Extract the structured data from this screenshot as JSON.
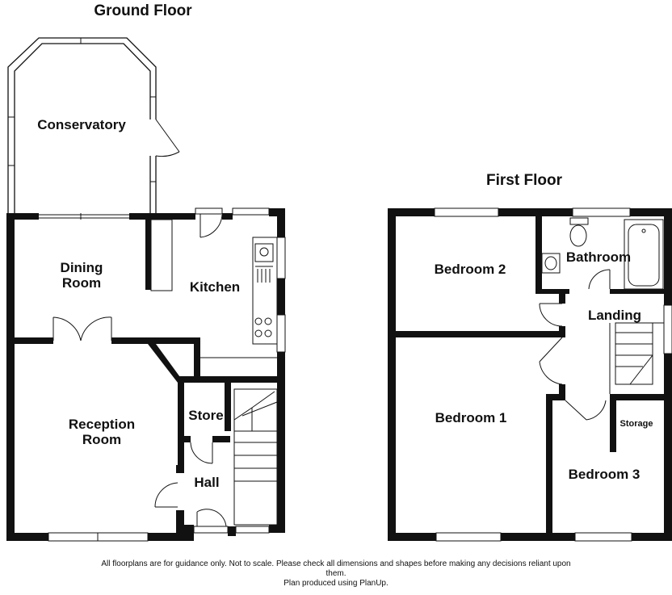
{
  "ground_floor": {
    "title": "Ground Floor",
    "rooms": {
      "conservatory": "Conservatory",
      "dining_line1": "Dining",
      "dining_line2": "Room",
      "kitchen": "Kitchen",
      "store": "Store",
      "reception_line1": "Reception",
      "reception_line2": "Room",
      "hall": "Hall"
    }
  },
  "first_floor": {
    "title": "First Floor",
    "rooms": {
      "bedroom2": "Bedroom 2",
      "bathroom": "Bathroom",
      "landing": "Landing",
      "bedroom1": "Bedroom 1",
      "storage": "Storage",
      "bedroom3": "Bedroom 3"
    }
  },
  "footer": {
    "line1": "All floorplans are for guidance only. Not to scale. Please check all dimensions and shapes before making any decisions reliant upon",
    "line2": "them.",
    "line3": "Plan produced using PlanUp."
  }
}
